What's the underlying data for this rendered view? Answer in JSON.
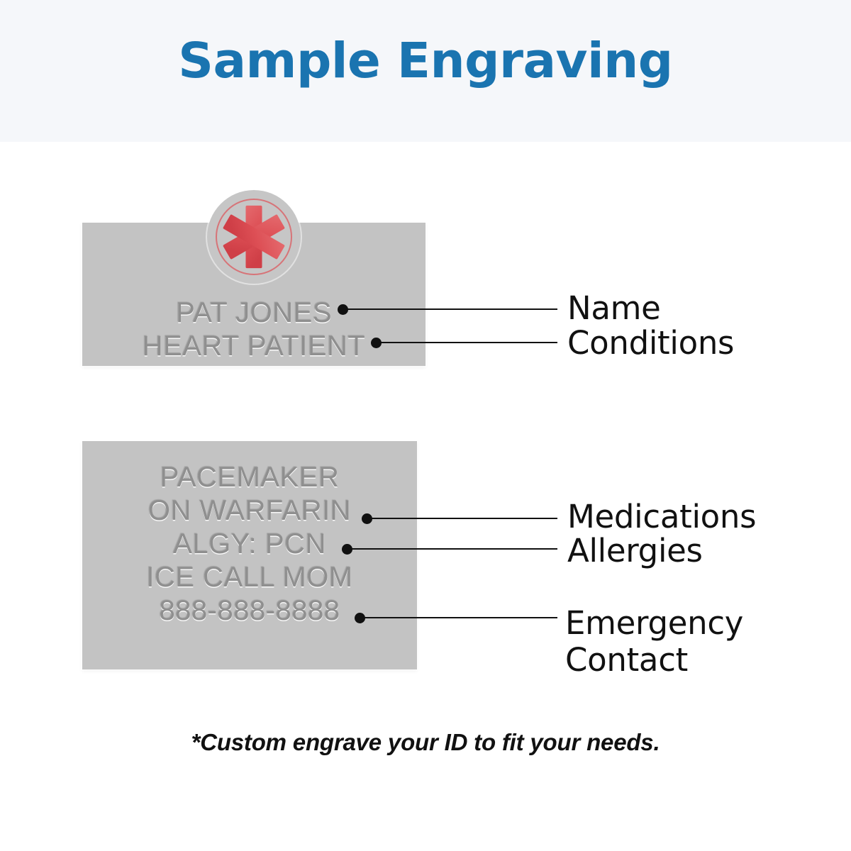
{
  "header": {
    "title": "Sample Engraving",
    "title_color": "#1a74b0",
    "band_color": "#f5f7fa"
  },
  "tags": [
    {
      "id": "tag-one",
      "plate_color": "#c3c3c3",
      "has_medical_symbol": true,
      "symbol_name": "star-of-life-medical-icon",
      "symbol_color": "#dd4f55",
      "ring_color": "#d9656a",
      "lines": [
        "PAT JONES",
        "HEART PATIENT"
      ]
    },
    {
      "id": "tag-two",
      "plate_color": "#c3c3c3",
      "has_medical_symbol": false,
      "lines": [
        "PACEMAKER",
        "ON WARFARIN",
        "ALGY: PCN",
        "ICE CALL MOM",
        "888-888-8888"
      ]
    }
  ],
  "annotations": [
    {
      "label": "Name",
      "for_line": "PAT JONES"
    },
    {
      "label": "Conditions",
      "for_line": "HEART PATIENT"
    },
    {
      "label": "Medications",
      "for_line": "ON WARFARIN"
    },
    {
      "label": "Allergies",
      "for_line": "ALGY: PCN"
    },
    {
      "label": "Emergency\nContact",
      "for_line": "888-888-8888"
    }
  ],
  "footnote": {
    "text": "*Custom engrave your ID to fit your needs."
  }
}
